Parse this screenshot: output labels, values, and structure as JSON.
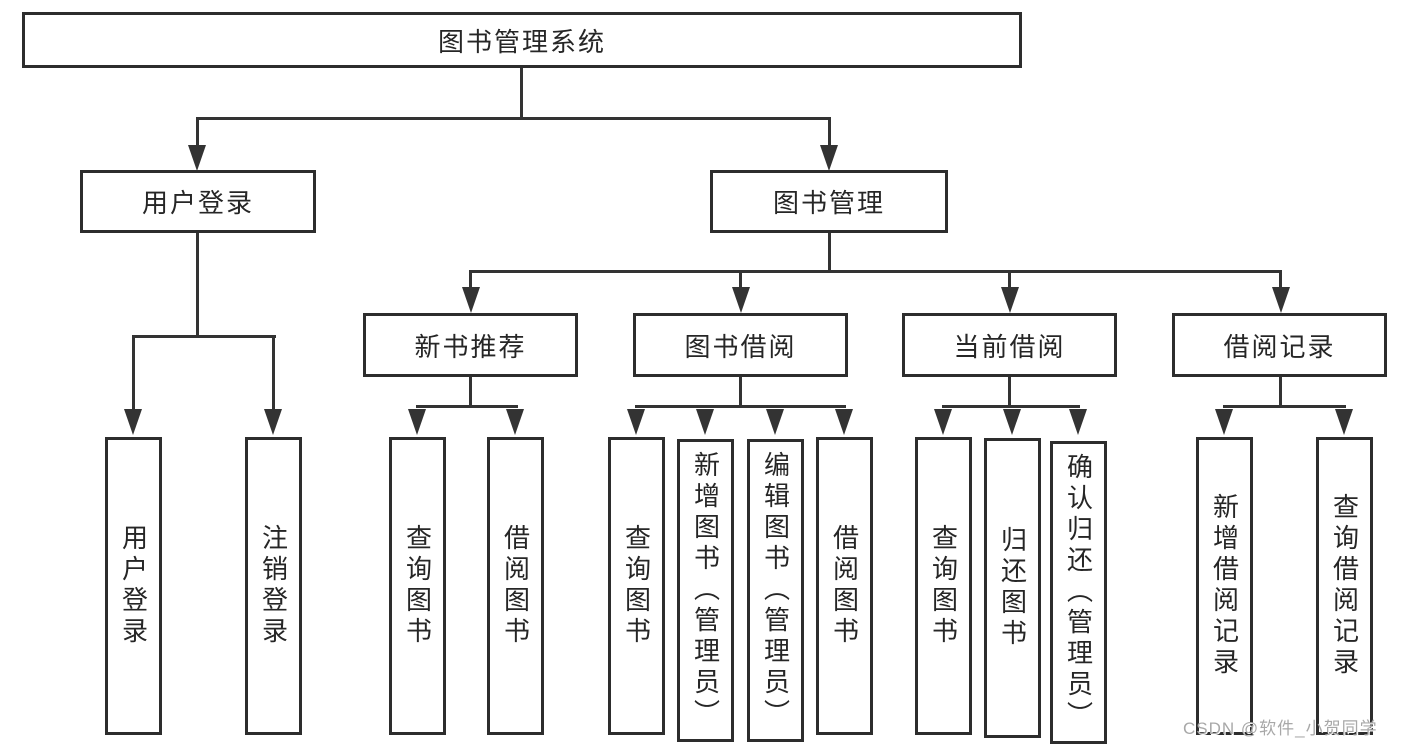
{
  "nodes": {
    "root": "图书管理系统",
    "user_login": "用户登录",
    "book_mgmt": "图书管理",
    "new_book_rec": "新书推荐",
    "book_borrow": "图书借阅",
    "current_borrow": "当前借阅",
    "borrow_record": "借阅记录",
    "leaf_user_login": "用户登录",
    "leaf_logout": "注销登录",
    "leaf_nb_query": "查询图书",
    "leaf_nb_borrow": "借阅图书",
    "leaf_bb_query": "查询图书",
    "leaf_bb_add": "新增图书（管理员）",
    "leaf_bb_edit": "编辑图书（管理员）",
    "leaf_bb_borrow": "借阅图书",
    "leaf_cb_query": "查询图书",
    "leaf_cb_return": "归还图书",
    "leaf_cb_confirm": "确认归还（管理员）",
    "leaf_br_add": "新增借阅记录",
    "leaf_br_query": "查询借阅记录"
  },
  "watermark": "CSDN @软件_小贺同学",
  "colors": {
    "line": "#333333",
    "box_border": "#2d2d2d",
    "text": "#262626",
    "background": "#ffffff",
    "watermark": "#a8a8a8"
  }
}
